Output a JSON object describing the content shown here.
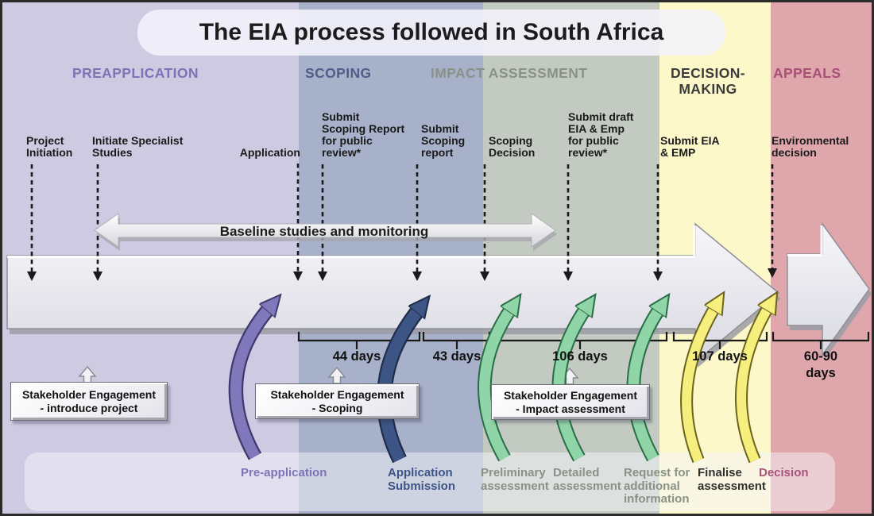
{
  "title": "The EIA process followed in South Africa",
  "phases": [
    {
      "lines": [
        "PREAPPLICATION"
      ],
      "label_color": "#7d74b5",
      "band_color": "#cecae2"
    },
    {
      "lines": [
        "SCOPING"
      ],
      "label_color": "#4f5e88",
      "band_color": "#a7b1c9"
    },
    {
      "lines": [
        "IMPACT ASSESSMENT"
      ],
      "label_color": "#8a9186",
      "band_color": "#c2cac2"
    },
    {
      "lines": [
        "DECISION-",
        "MAKING"
      ],
      "label_color": "#3b3b3b",
      "band_color": "#fcf8ca"
    },
    {
      "lines": [
        "APPEALS"
      ],
      "label_color": "#a84f76",
      "band_color": "#dfa7ab"
    }
  ],
  "milestones": [
    {
      "lines": [
        "Project",
        "Initiation"
      ]
    },
    {
      "lines": [
        "Initiate Specialist",
        "Studies"
      ]
    },
    {
      "lines": [
        "Application"
      ]
    },
    {
      "lines": [
        "Submit",
        "Scoping Report",
        "for public",
        "review*"
      ]
    },
    {
      "lines": [
        "Submit",
        "Scoping",
        "report"
      ]
    },
    {
      "lines": [
        "Scoping",
        "Decision"
      ]
    },
    {
      "lines": [
        "Submit draft",
        "EIA & Emp",
        "for public",
        "review*"
      ]
    },
    {
      "lines": [
        "Submit EIA",
        "& EMP"
      ]
    },
    {
      "lines": [
        "Environmental",
        "decision"
      ]
    }
  ],
  "baseline_arrow": {
    "label": "Baseline studies and monitoring"
  },
  "durations": [
    {
      "lines": [
        "44 days"
      ]
    },
    {
      "lines": [
        "43 days"
      ]
    },
    {
      "lines": [
        "106 days"
      ]
    },
    {
      "lines": [
        "107 days"
      ]
    },
    {
      "lines": [
        "60-90",
        "days"
      ]
    }
  ],
  "stakeholder_boxes": [
    {
      "lines": [
        "Stakeholder Engagement",
        "- introduce project"
      ]
    },
    {
      "lines": [
        "Stakeholder Engagement",
        "- Scoping"
      ]
    },
    {
      "lines": [
        "Stakeholder Engagement",
        "- Impact assessment"
      ]
    }
  ],
  "bottom_labels": [
    {
      "lines": [
        "Pre-application"
      ],
      "color": "#7d74b5"
    },
    {
      "lines": [
        "Application",
        "Submission"
      ],
      "color": "#3d5584"
    },
    {
      "lines": [
        "Preliminary",
        "assessment"
      ],
      "color": "#8a9186"
    },
    {
      "lines": [
        "Detailed",
        "assessment"
      ],
      "color": "#8a9186"
    },
    {
      "lines": [
        "Request for",
        "additional",
        "information"
      ],
      "color": "#8a9186"
    },
    {
      "lines": [
        "Finalise",
        "assessment"
      ],
      "color": "#2f2f2f"
    },
    {
      "lines": [
        "Decision"
      ],
      "color": "#a8537a"
    }
  ],
  "arrow_colors": {
    "loop_purple": "#8078ba",
    "loop_dark_blue": "#3d5584",
    "loop_green": "#90d5a7",
    "loop_yellow": "#f6ef7d",
    "timeline_arrow_fill": "#e4e4ea",
    "dashed_arrow": "#1a1a1a"
  }
}
